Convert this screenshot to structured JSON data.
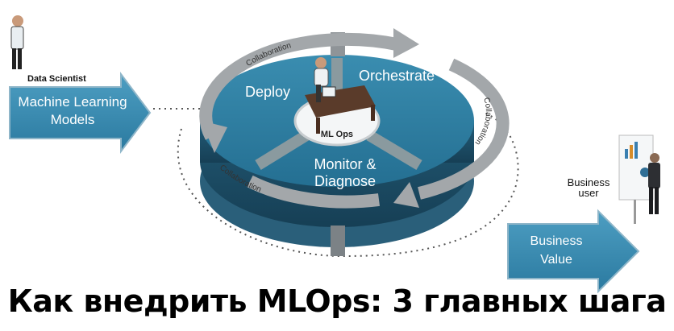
{
  "diagram": {
    "center_label": "ML Ops",
    "segments": {
      "deploy": "Deploy",
      "orchestrate": "Orchestrate",
      "monitor_line1": "Monitor &",
      "monitor_line2": "Diagnose"
    },
    "ring_labels": {
      "top": "Collaboration",
      "right": "Collaboration",
      "bottom": "Collaboration"
    },
    "left": {
      "role": "Data Scientist",
      "arrow_line1": "Machine Learning",
      "arrow_line2": "Models"
    },
    "right": {
      "role_line1": "Business",
      "role_line2": "user",
      "arrow_line1": "Business",
      "arrow_line2": "Value"
    }
  },
  "caption": "Как внедрить MLOps: 3 главных шага",
  "colors": {
    "teal_dark": "#1d5f7c",
    "teal": "#2a7ea0",
    "teal_light": "#3b8fb0",
    "ring_gray": "#9ea2a5",
    "arrow_left": "#3a8bb0",
    "arrow_right": "#3d8fb5"
  },
  "icons": [
    "person-icon",
    "desk-icon",
    "whiteboard-icon"
  ]
}
